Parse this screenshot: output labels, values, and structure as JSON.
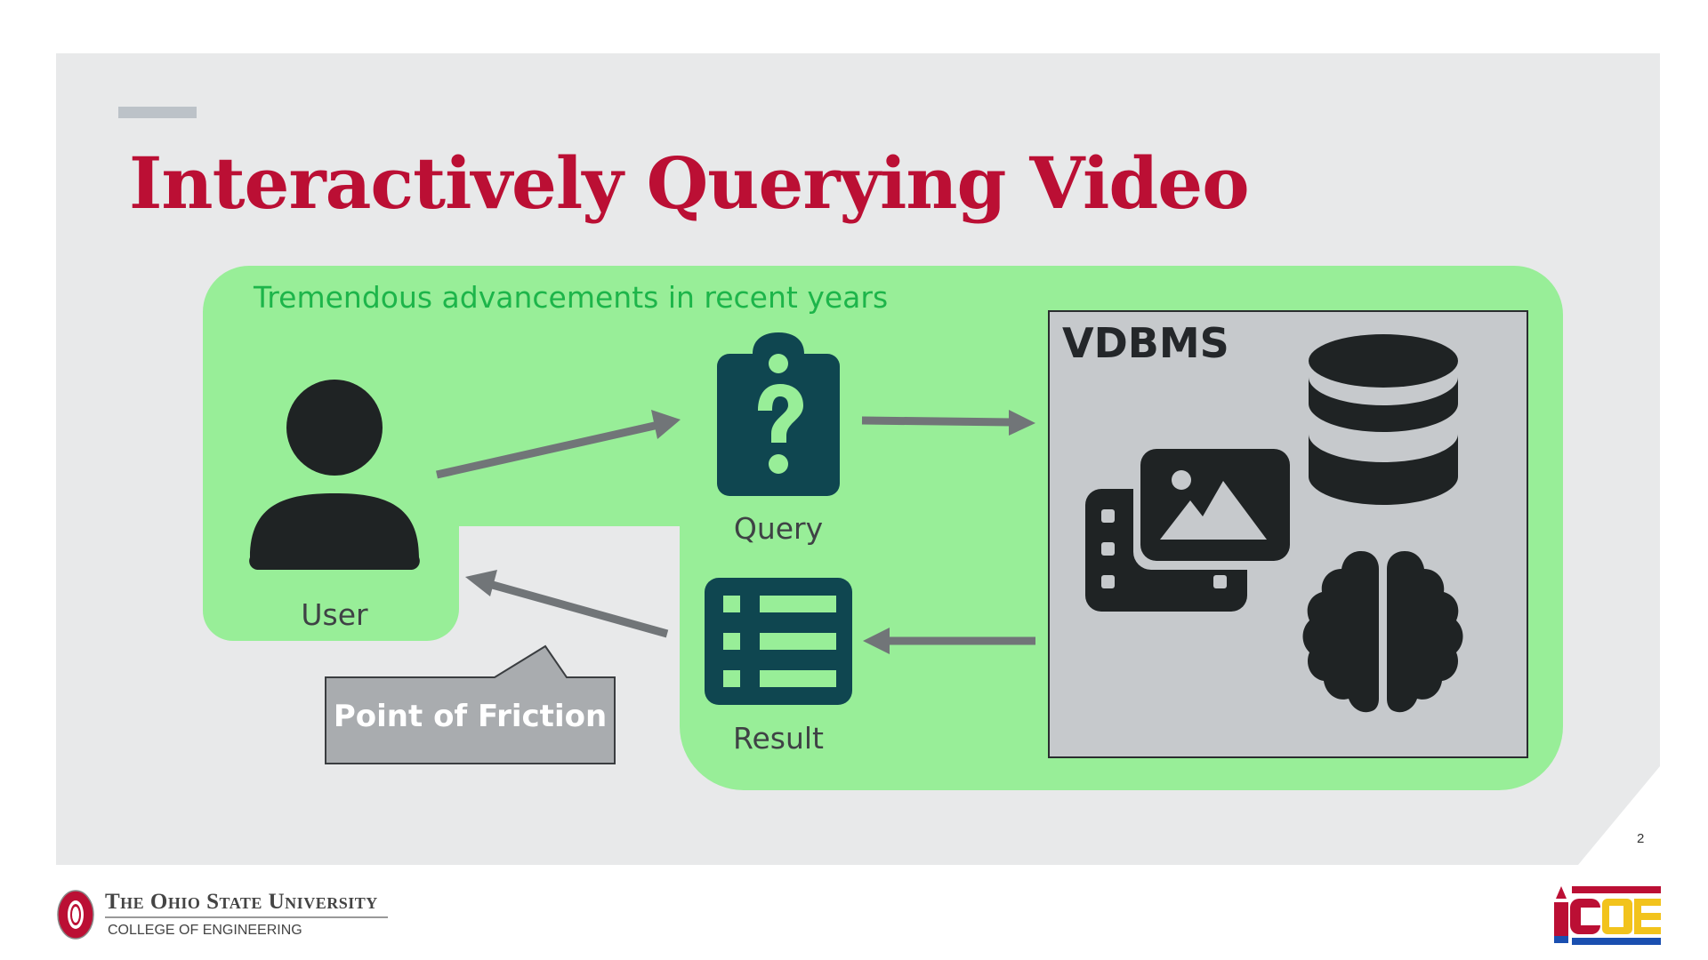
{
  "slide": {
    "title": "Interactively Querying Video",
    "subtitle": "Tremendous advancements in recent years",
    "page_number": "2"
  },
  "diagram": {
    "user_label": "User",
    "query_label": "Query",
    "result_label": "Result",
    "vdbms_label": "VDBMS",
    "callout": "Point of Friction",
    "icons": [
      "user-icon",
      "clipboard-question-icon",
      "table-icon",
      "database-icon",
      "images-icon",
      "brain-icon"
    ],
    "colors": {
      "panel": "#98ee98",
      "accent_text": "#1db54a",
      "title": "#bb0f34",
      "icon_dark": "#1f2324",
      "icon_teal": "#0f4650",
      "arrow": "#717578",
      "callout_fill": "#a9acaf"
    }
  },
  "footer": {
    "university": "The Ohio State University",
    "college": "COLLEGE OF ENGINEERING",
    "conference_logo": "ICDE"
  }
}
